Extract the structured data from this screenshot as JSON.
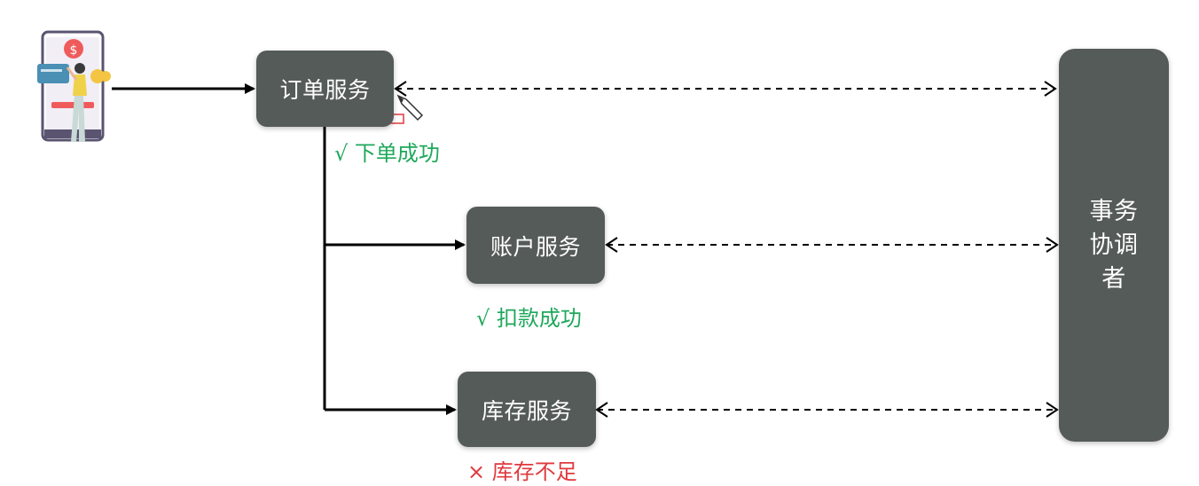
{
  "services": {
    "order": "订单服务",
    "account": "账户服务",
    "stock": "库存服务"
  },
  "coordinator": "事务\n协调\n者",
  "status": {
    "order": "√ 下单成功",
    "account": "√ 扣款成功",
    "stock": "× 库存不足"
  },
  "colors": {
    "box": "#555b59",
    "success": "#1fa85b",
    "failure": "#e0393e"
  },
  "icons": {
    "user": "mobile-payment-user-icon",
    "cursor": "pencil-cursor-icon"
  }
}
